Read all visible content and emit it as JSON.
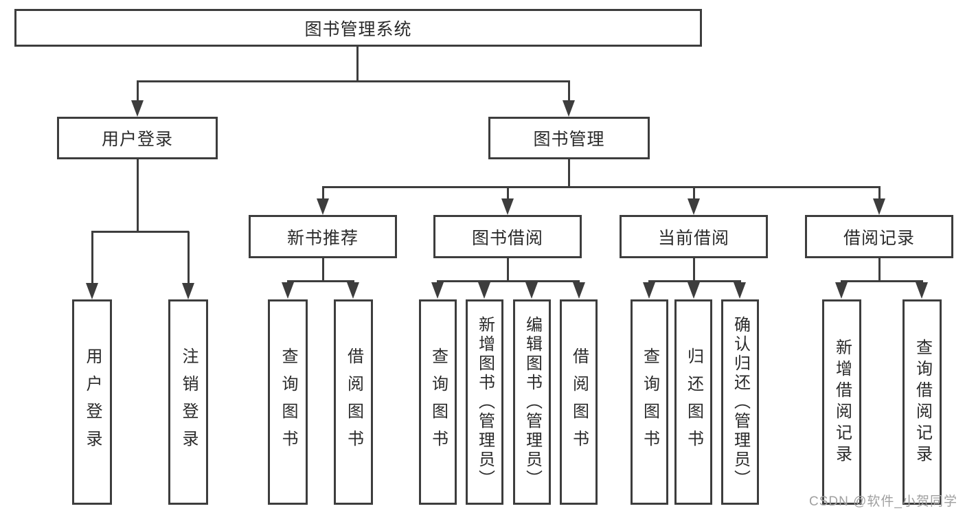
{
  "tree": {
    "label": "图书管理系统",
    "children": [
      {
        "label": "用户登录",
        "children": [
          {
            "label": "用户登录"
          },
          {
            "label": "注销登录"
          }
        ]
      },
      {
        "label": "图书管理",
        "children": [
          {
            "label": "新书推荐",
            "children": [
              {
                "label": "查询图书"
              },
              {
                "label": "借阅图书"
              }
            ]
          },
          {
            "label": "图书借阅",
            "children": [
              {
                "label": "查询图书"
              },
              {
                "label": "新增图书（管理员）"
              },
              {
                "label": "编辑图书（管理员）"
              },
              {
                "label": "借阅图书"
              }
            ]
          },
          {
            "label": "当前借阅",
            "children": [
              {
                "label": "查询图书"
              },
              {
                "label": "归还图书"
              },
              {
                "label": "确认归还（管理员）"
              }
            ]
          },
          {
            "label": "借阅记录",
            "children": [
              {
                "label": "新增借阅记录"
              },
              {
                "label": "查询借阅记录"
              }
            ]
          }
        ]
      }
    ]
  },
  "watermark": {
    "text": "CSDN @软件_小贺同学"
  },
  "colors": {
    "line": "#3d3d3d",
    "box_border": "#3d3d3d",
    "text": "#2a2a2a",
    "background": "#ffffff",
    "watermark": "#a0a0a0"
  }
}
